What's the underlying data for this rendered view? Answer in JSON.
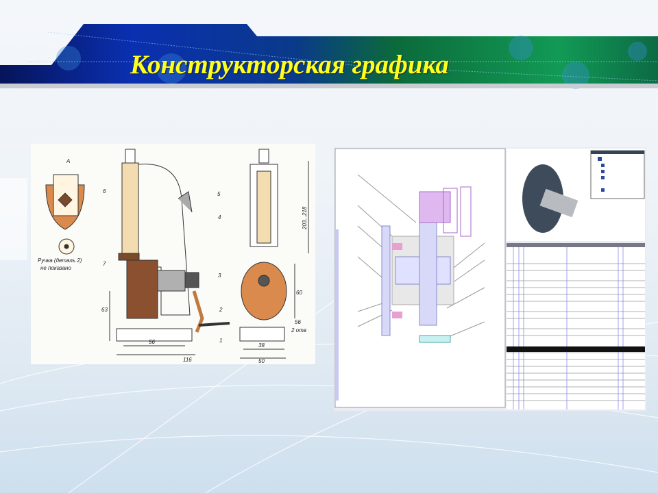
{
  "slide": {
    "title": "Конструкторская графика"
  },
  "figures": {
    "left_drawing": {
      "view_label": "А",
      "note_line1": "Ручка (деталь 2)",
      "note_line2": "не показано",
      "callouts": [
        "6",
        "7",
        "4",
        "3",
        "2",
        "1",
        "5"
      ],
      "dimensions": [
        "56",
        "116",
        "63",
        "38",
        "50",
        "60",
        "203...218",
        "56",
        "2 отв"
      ]
    },
    "right_cad": {}
  },
  "colors": {
    "title": "#ffff1e",
    "banner_blue": "#0a2fa8",
    "banner_green": "#0f7a3c",
    "part_orange": "#d98a4c",
    "part_brown": "#7a4a2a"
  }
}
